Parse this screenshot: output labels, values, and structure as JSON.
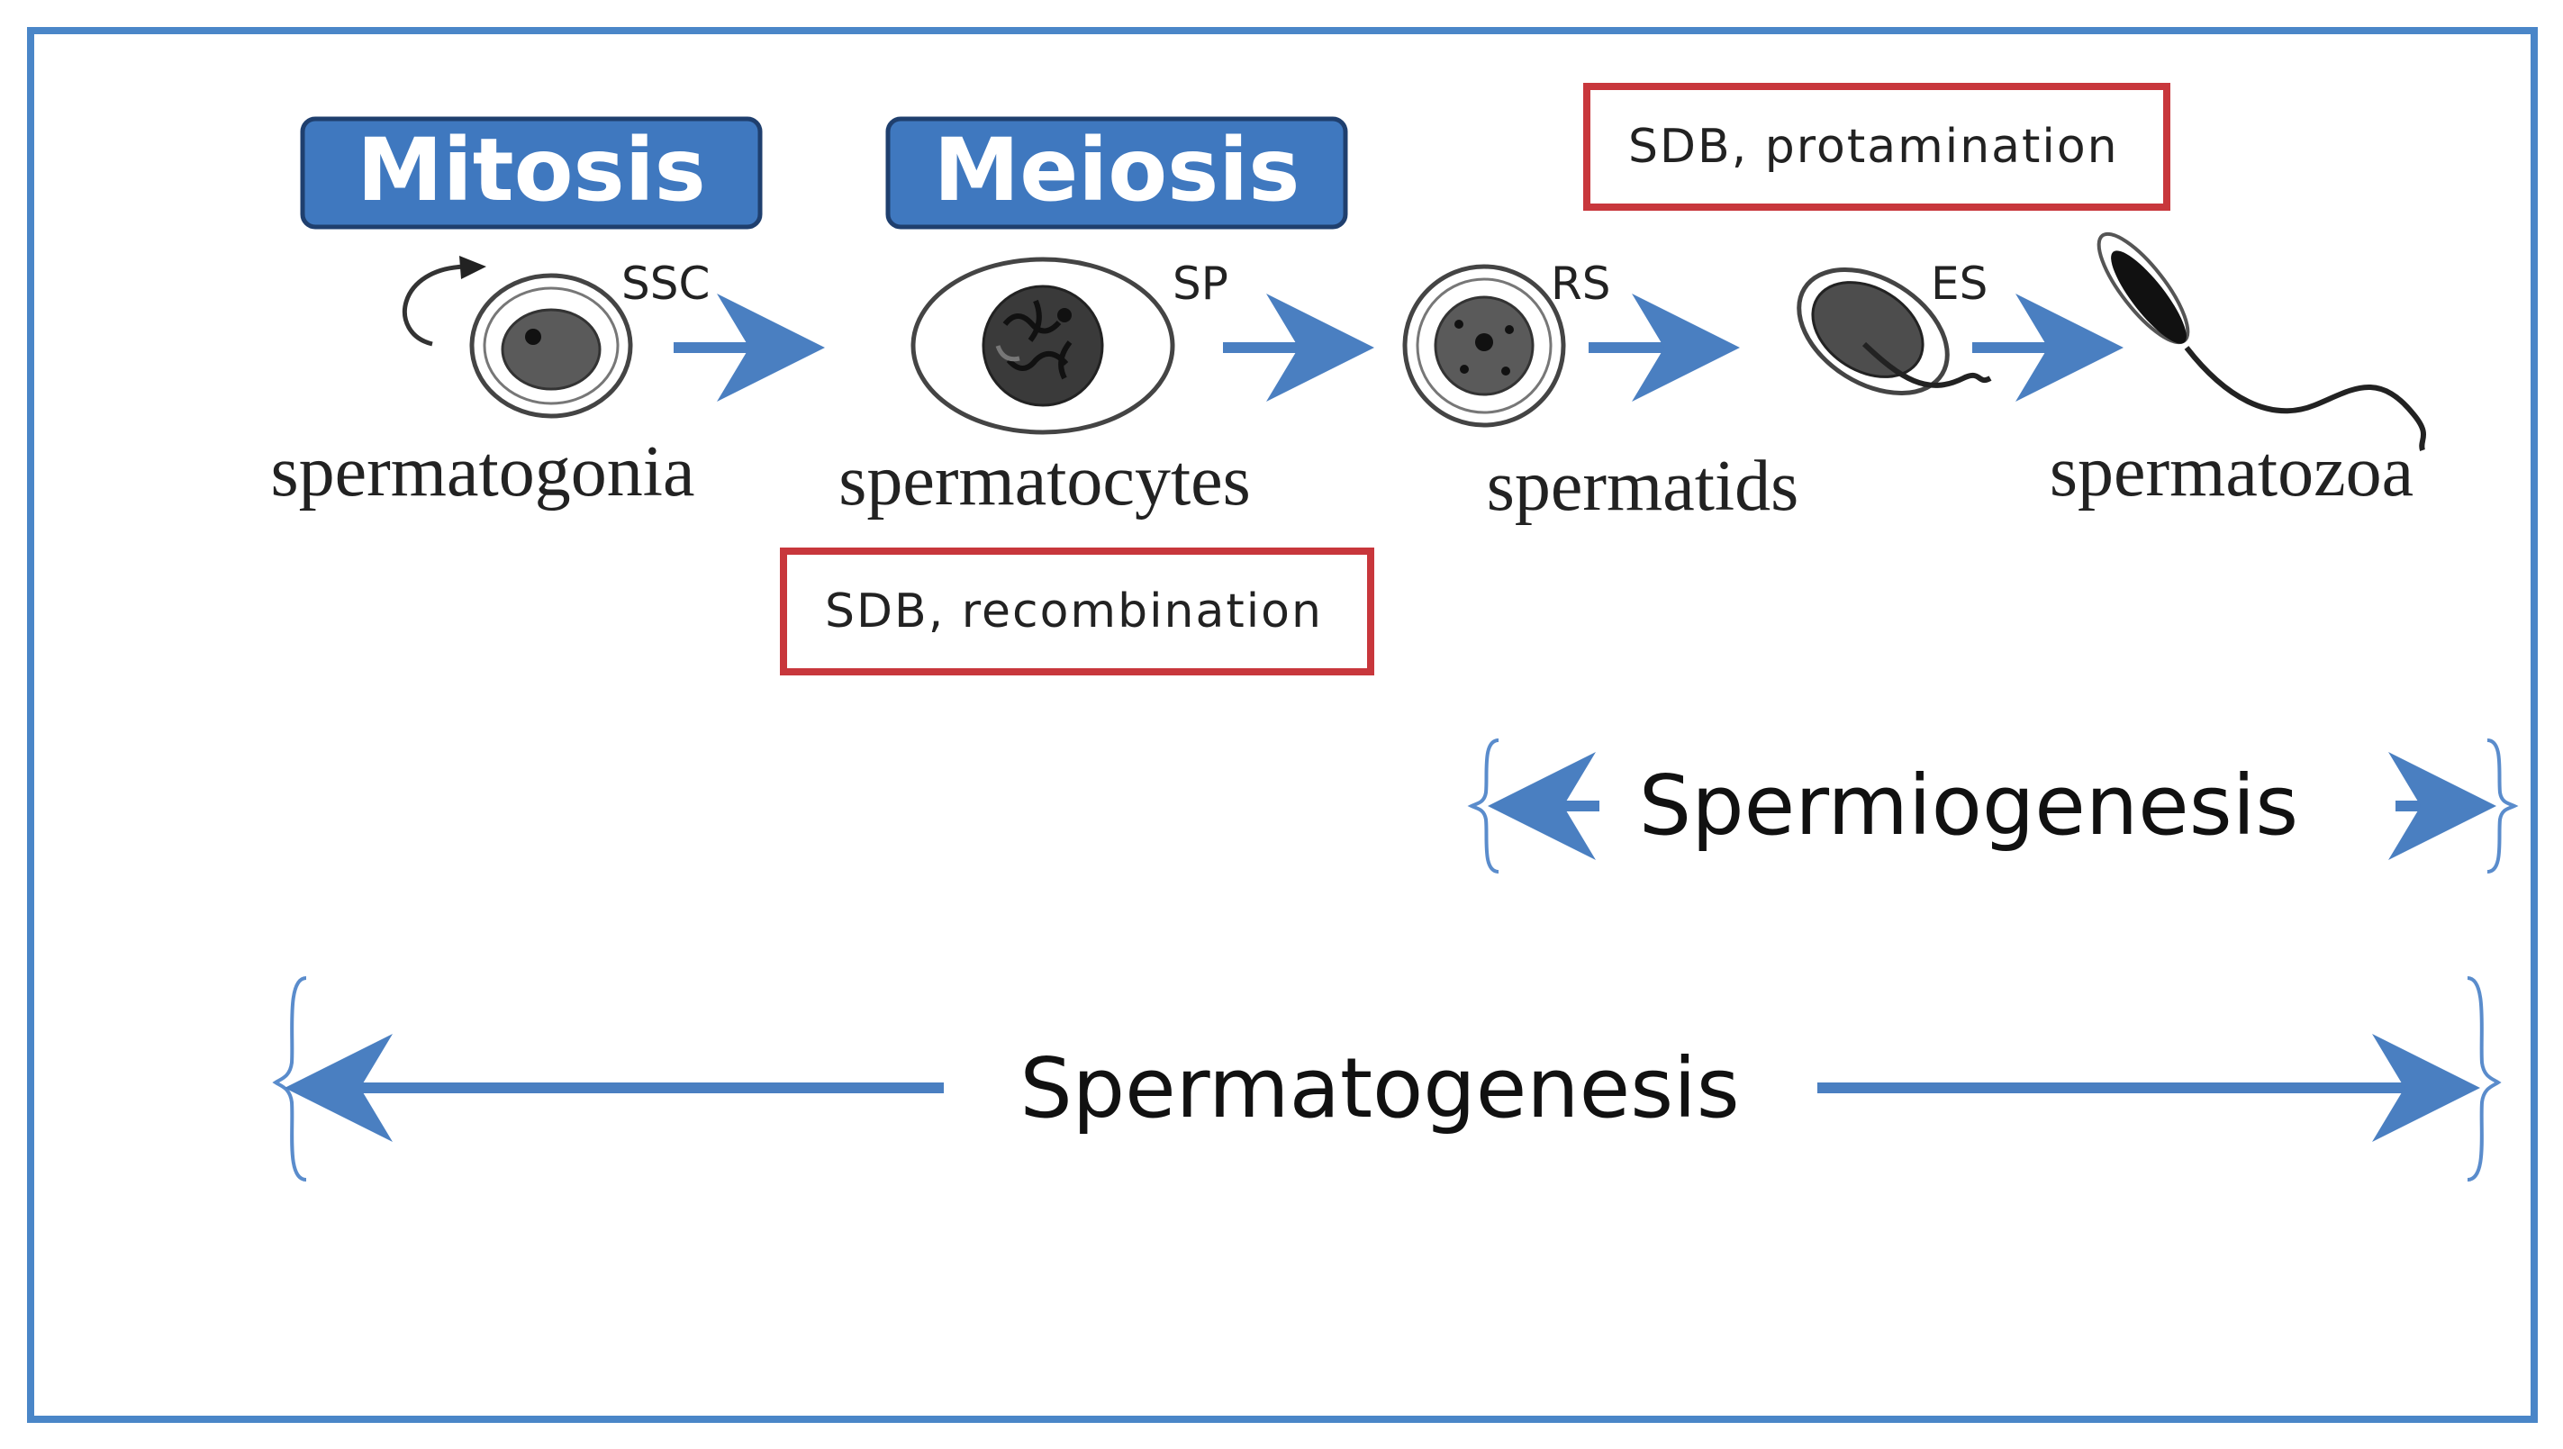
{
  "phases": {
    "mitosis": "Mitosis",
    "meiosis": "Meiosis"
  },
  "cells": [
    {
      "code": "SSC",
      "label": "spermatogonia"
    },
    {
      "code": "SP",
      "label": "spermatocytes"
    },
    {
      "code": "RS",
      "label": "spermatids"
    },
    {
      "code": "ES",
      "label": ""
    },
    {
      "code": "",
      "label": "spermatozoa"
    }
  ],
  "annotations": {
    "protamination": "SDB, protamination",
    "recombination": "SDB, recombination"
  },
  "spans": {
    "spermiogenesis": "Spermiogenesis",
    "spermatogenesis": "Spermatogenesis"
  },
  "colors": {
    "frame": "#4a86c8",
    "arrow": "#4a7fc1",
    "badge": "#3f78bf",
    "annotation_border": "#c8373c",
    "cell_outline": "#333333",
    "nucleus": "#4d4d4d"
  }
}
